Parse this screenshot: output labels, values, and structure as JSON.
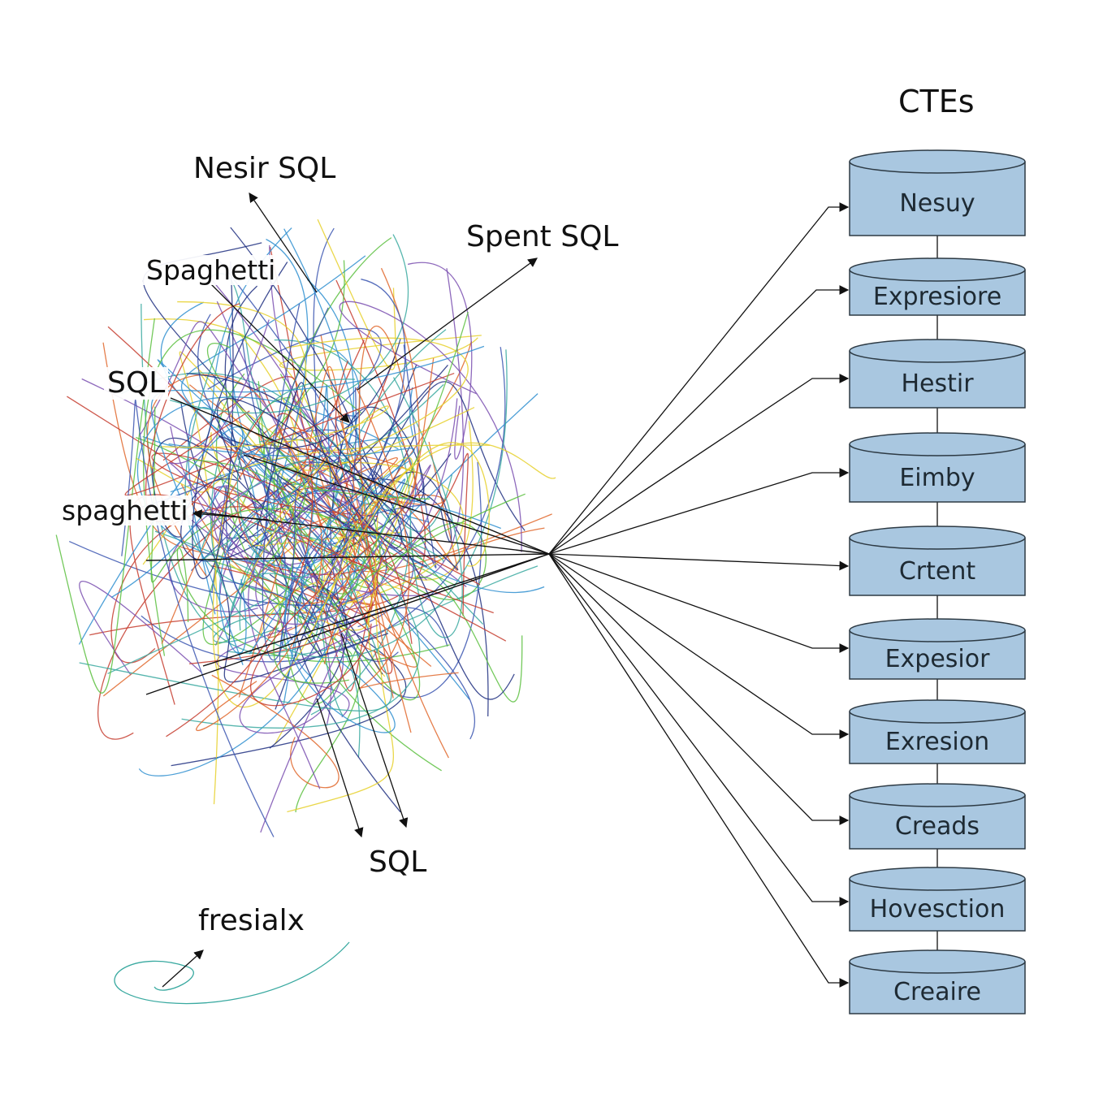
{
  "colors": {
    "cylinder_fill": "#a9c7e0",
    "cylinder_stroke": "#2d3a44",
    "arrow": "#111111",
    "tangle": [
      "#e0672c",
      "#2f8fd0",
      "#5bbf3e",
      "#e6d02a",
      "#3a55b0",
      "#c63c2e",
      "#39a9a0",
      "#7a4fb0",
      "#1f2f80"
    ]
  },
  "title": "CTEs",
  "spaghetti_labels": [
    "Nesir SQL",
    "Spent SQL",
    "Spaghetti",
    "SQL",
    "spaghetti",
    "SQL",
    "fresialx"
  ],
  "cte_stack": [
    "Nesuy",
    "Expresiore",
    "Hestir",
    "Eimby",
    "Crtent",
    "Expesior",
    "Exresion",
    "Creads",
    "Hovesction",
    "Creaire"
  ]
}
